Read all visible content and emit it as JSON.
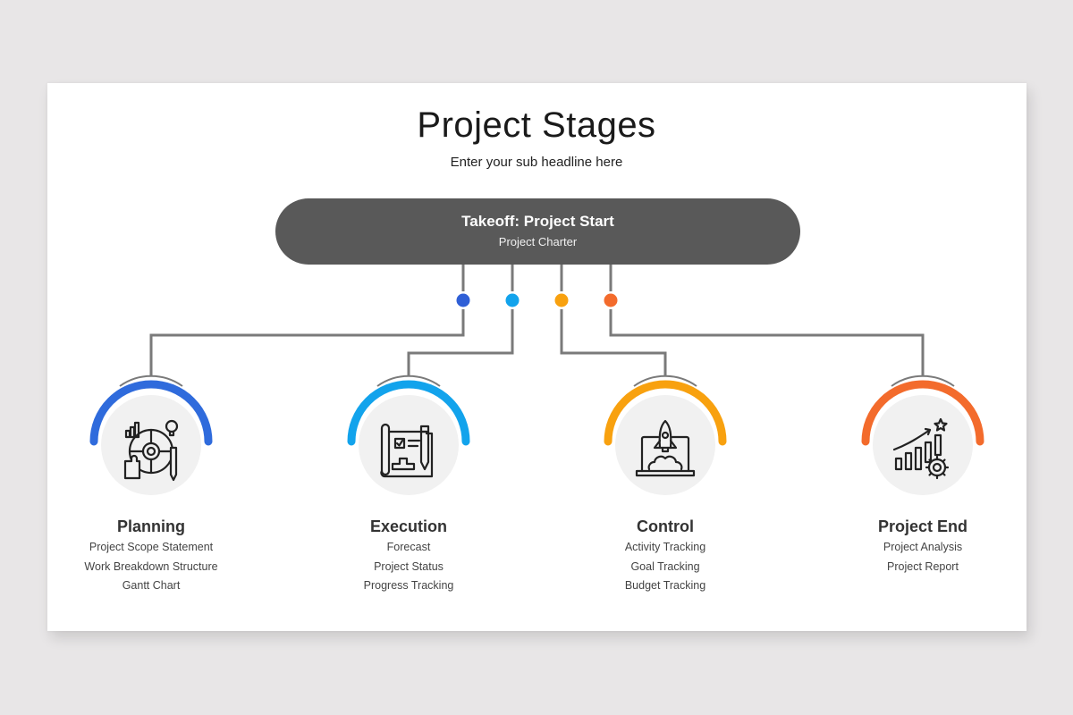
{
  "slide": {
    "title": "Project Stages",
    "subtitle": "Enter your sub headline here"
  },
  "start": {
    "title": "Takeoff: Project Start",
    "subtitle": "Project Charter",
    "color": "#595959"
  },
  "connector_color": "#7a7a7a",
  "stages": [
    {
      "name": "Planning",
      "color": "#2f6bdc",
      "icon": "planning-gear-icon",
      "items": [
        "Project Scope Statement",
        "Work Breakdown Structure",
        "Gantt Chart"
      ]
    },
    {
      "name": "Execution",
      "color": "#12a3ec",
      "icon": "blueprint-icon",
      "items": [
        "Forecast",
        "Project Status",
        "Progress Tracking"
      ]
    },
    {
      "name": "Control",
      "color": "#f8a10f",
      "icon": "rocket-laptop-icon",
      "items": [
        "Activity Tracking",
        "Goal Tracking",
        "Budget Tracking"
      ]
    },
    {
      "name": "Project End",
      "color": "#f36b2c",
      "icon": "growth-chart-icon",
      "items": [
        "Project Analysis",
        "Project Report"
      ]
    }
  ]
}
